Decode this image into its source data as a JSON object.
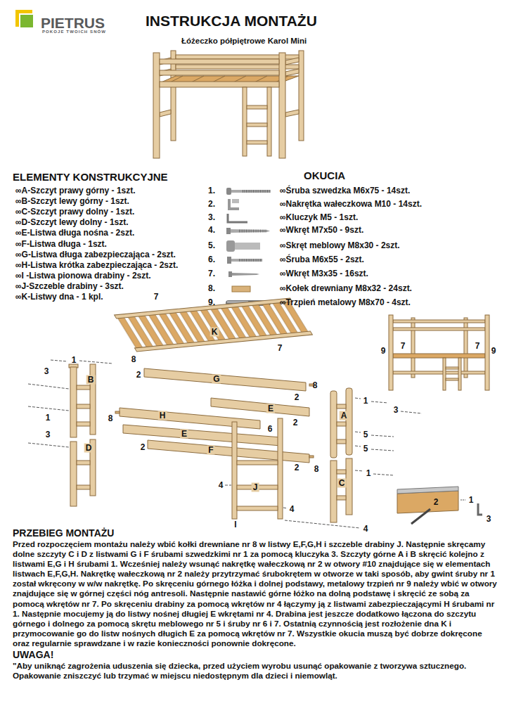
{
  "diagram": {
    "title": "INSTRUKCJA MONTAŻU",
    "labels": [
      "PIETRUS",
      "POKOJE TWOICH SNÓW",
      "Łóżeczko półpiętrowe Karol Mini",
      "ELEMENTY KONSTRUKCYJNE",
      "OKUCIA",
      "∞A-Szczyt prawy górny - 1szt.",
      "∞B-Szczyt lewy górny - 1szt.",
      "∞C-Szczyt prawy dolny - 1szt.",
      "∞D-Szczyt lewy dolny - 1szt.",
      "∞E-Listwa długa nośna - 2szt.",
      "∞F-Listwa długa - 1szt.",
      "∞G-Listwa długa zabezpieczająca - 2szt.",
      "∞H-Listwa krótka zabezpieczająca - 2szt.",
      "∞I -Listwa pionowa drabiny - 2szt.",
      "∞J-Szczeble drabiny - 3szt.",
      "∞K-Listwy dna - 1 kpl.",
      "1.",
      "∞Śruba szwedzka M6x75 - 14szt.",
      "2.",
      "∞Nakrętka wałeczkowa M10 - 14szt.",
      "3.",
      "∞Kluczyk M5 - 1szt.",
      "4.",
      "∞Wkręt M7x50 - 9szt.",
      "5.",
      "∞Skręt meblowy M8x30 - 2szt.",
      "6.",
      "∞Śruba M6x55 - 2szt.",
      "7.",
      "∞Wkręt M3x35 - 16szt.",
      "8.",
      "∞Kołek drewniany M8x32 - 24szt.",
      "9.",
      "∞Trzpień metalowy M8x70 - 4szt.",
      "7",
      "K",
      "7",
      "1",
      "8",
      "3",
      "2",
      "G",
      "B",
      "8",
      "2",
      "1",
      "E",
      "3",
      "A",
      "H",
      "1",
      "8",
      "2",
      "6",
      "E",
      "3",
      "5",
      "D",
      "2",
      "F",
      "5",
      "2",
      "8",
      "1",
      "C",
      "4",
      "J",
      "4",
      "I",
      "4",
      "9",
      "7",
      "7",
      "9",
      "2",
      "1",
      "3",
      "PRZEBIEG MONTAŻU",
      "Przed rozpoczęciem montażu należy wbić kołki drewniane nr 8 w listwy E,F,G,H i szczeble drabiny J. Następnie skręcamy dolne szczyty C i D z listwami G i F śrubami szwedzkimi nr 1 za pomocą kluczyka 3. Szczyty górne A i B skręcić kolejno z listwami E,G i H śrubami 1. Wcześniej należy wsunąć nakrętkę wałeczkową nr 2 w otwory #10 znajdujące się w elementach listwach E,F,G,H. Nakrętkę wałeczkową nr 2 należy przytrzymać śrubokrętem w otworze w taki sposób, aby gwint śruby nr 1 został wkręcony w w/w nakrętkę. Po skręceniu górnego łóżka i dolnej podstawy, metalowy trzpień nr 9 należy wbić w otwory znajdujące się w górnej części nóg antresoli. Następnie nastawić górne łóżko na dolną podstawę i skręcić ze sobą za pomocą wkrętów nr 7. Po skręceniu drabiny za pomocą wkrętów nr 4 łączymy ją z listwami zabezpieczającymi H śrubami nr 1. Następnie mocujemy ją do listwy nośnej długiej E wkrętami nr 4. Drabina jest jeszcze dodatkowo łączona do szczytu górnego i dolnego za pomocą skrętu meblowego nr 5 i śruby nr 6 i 7. Ostatnią czynnością jest rozłożenie dna K i przymocowanie go do listw nośnych długich E za pomocą wkrętów nr 7. Wszystkie okucia muszą być dobrze dokręcone oraz regularnie sprawdzane i w razie konieczności ponownie dokręcone.",
      "UWAGA!",
      "\"Aby uniknąć zagrożenia uduszenia się dziecka, przed użyciem wyrobu usunąć opakowanie z tworzywa sztucznego. Opakowanie zniszczyć lub trzymać w miejscu niedostępnym dla dzieci i niemowląt."
    ]
  }
}
